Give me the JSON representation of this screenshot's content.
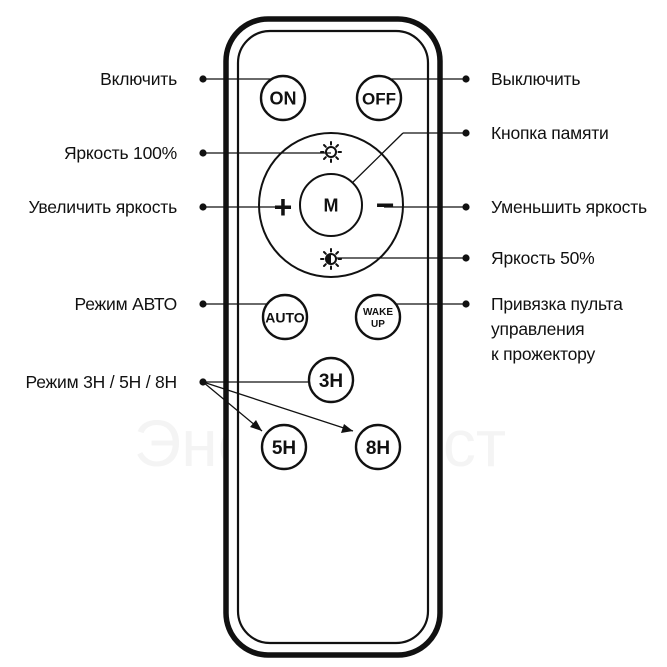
{
  "remote": {
    "buttons": {
      "on": "ON",
      "off": "OFF",
      "memory": "M",
      "plus": "+",
      "minus": "−",
      "auto": "AUTO",
      "wake_line1": "WAKE",
      "wake_line2": "UP",
      "h3": "3H",
      "h5": "5H",
      "h8": "8H"
    }
  },
  "labels": {
    "on": "Включить",
    "off": "Выключить",
    "brightness_100": "Яркость 100%",
    "memory": "Кнопка памяти",
    "increase": "Увеличить яркость",
    "decrease": "Уменьшить яркость",
    "brightness_50": "Яркость 50%",
    "auto": "Режим АВТО",
    "bind_line1": "Привязка пульта",
    "bind_line2": "управления",
    "bind_line3": "к прожектору",
    "timer": "Режим 3H / 5H / 8H"
  },
  "watermark": "ЭнергоМост",
  "icons": {
    "brightness_100": "sun-outline-icon",
    "brightness_50": "sun-half-icon"
  }
}
